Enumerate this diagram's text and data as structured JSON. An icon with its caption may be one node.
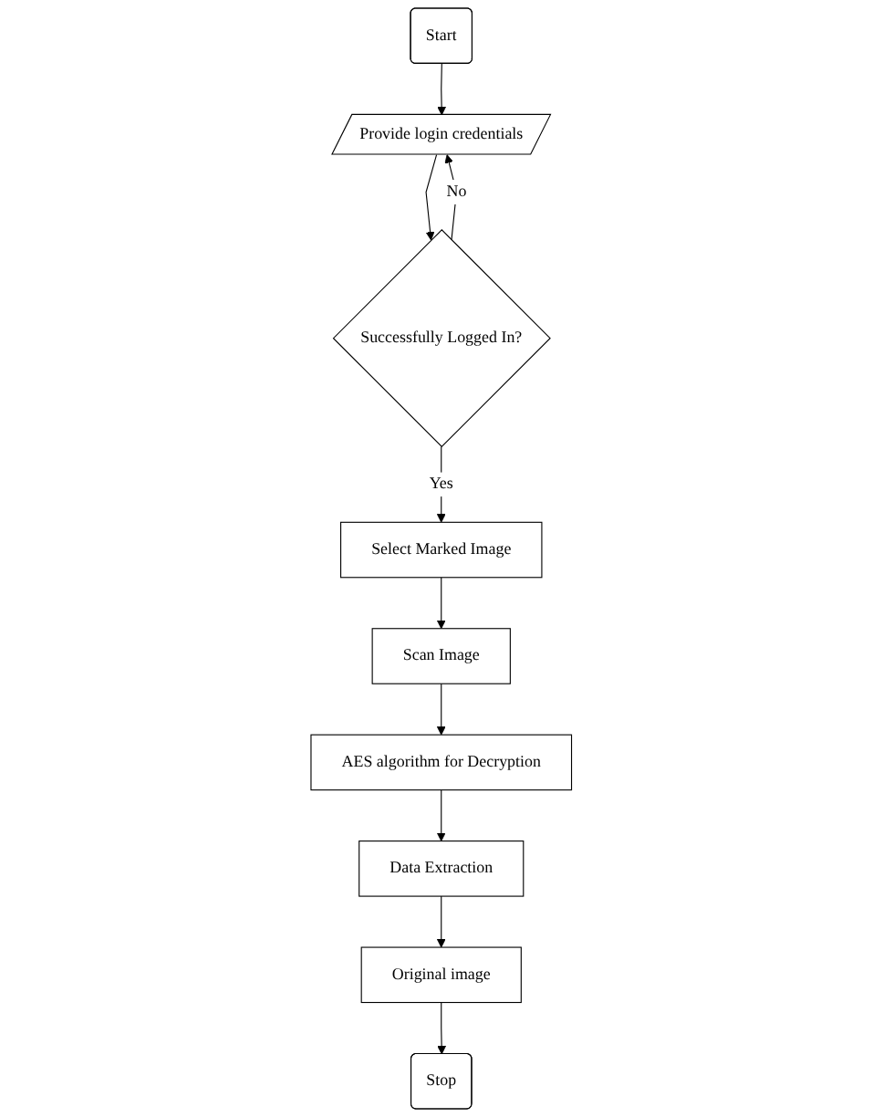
{
  "diagram": {
    "nodes": [
      {
        "text": [
          "Start"
        ]
      },
      {
        "text": [
          "Provide login credentials"
        ]
      },
      {
        "text": [
          "Successfully Logged In?"
        ]
      },
      {
        "text": [
          "Select Marked Image"
        ]
      },
      {
        "text": [
          "Scan Image"
        ]
      },
      {
        "text": [
          "AES algorithm for Decryption"
        ]
      },
      {
        "text": [
          "Data Extraction"
        ]
      },
      {
        "text": [
          "Original image"
        ]
      },
      {
        "text": [
          "Stop"
        ]
      }
    ],
    "edges": [
      {
        "from": 0,
        "to": 1,
        "arrow": "to"
      },
      {
        "from": 1,
        "to": 2,
        "arrow": "to"
      },
      {
        "from": 2,
        "to": 1,
        "arrow": "to",
        "label": "No"
      },
      {
        "from": 2,
        "to": 3,
        "arrow": "to",
        "label": "Yes"
      },
      {
        "from": 3,
        "to": 4,
        "arrow": "to"
      },
      {
        "from": 4,
        "to": 5,
        "arrow": "to"
      },
      {
        "from": 5,
        "to": 6,
        "arrow": "to"
      },
      {
        "from": 6,
        "to": 7,
        "arrow": "to"
      },
      {
        "from": 7,
        "to": 8,
        "arrow": "to"
      }
    ]
  }
}
